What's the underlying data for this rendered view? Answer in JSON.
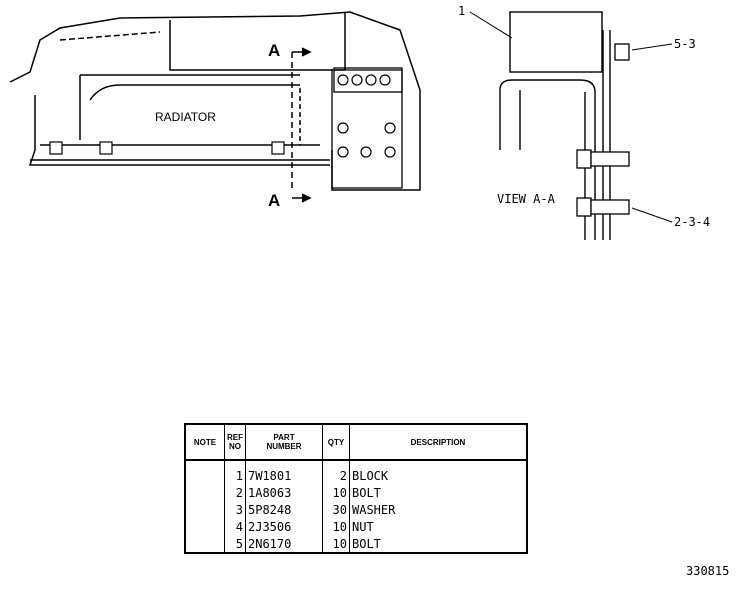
{
  "labels": {
    "radiator": "RADIATOR",
    "section_marker": "A",
    "view": "VIEW  A-A",
    "callout_1": "1",
    "callout_5_3": "5-3",
    "callout_2_3_4": "2-3-4"
  },
  "table": {
    "headers": {
      "note": "NOTE",
      "ref_no": [
        "REF",
        "NO"
      ],
      "part_number": [
        "PART",
        "NUMBER"
      ],
      "qty": "QTY",
      "description": "DESCRIPTION"
    },
    "rows": [
      {
        "ref": "1",
        "part": "7W1801",
        "qty": "2",
        "desc": "BLOCK"
      },
      {
        "ref": "2",
        "part": "1A8063",
        "qty": "10",
        "desc": "BOLT"
      },
      {
        "ref": "3",
        "part": "5P8248",
        "qty": "30",
        "desc": "WASHER"
      },
      {
        "ref": "4",
        "part": "2J3506",
        "qty": "10",
        "desc": "NUT"
      },
      {
        "ref": "5",
        "part": "2N6170",
        "qty": "10",
        "desc": "BOLT"
      }
    ]
  },
  "drawing_number": "330815"
}
